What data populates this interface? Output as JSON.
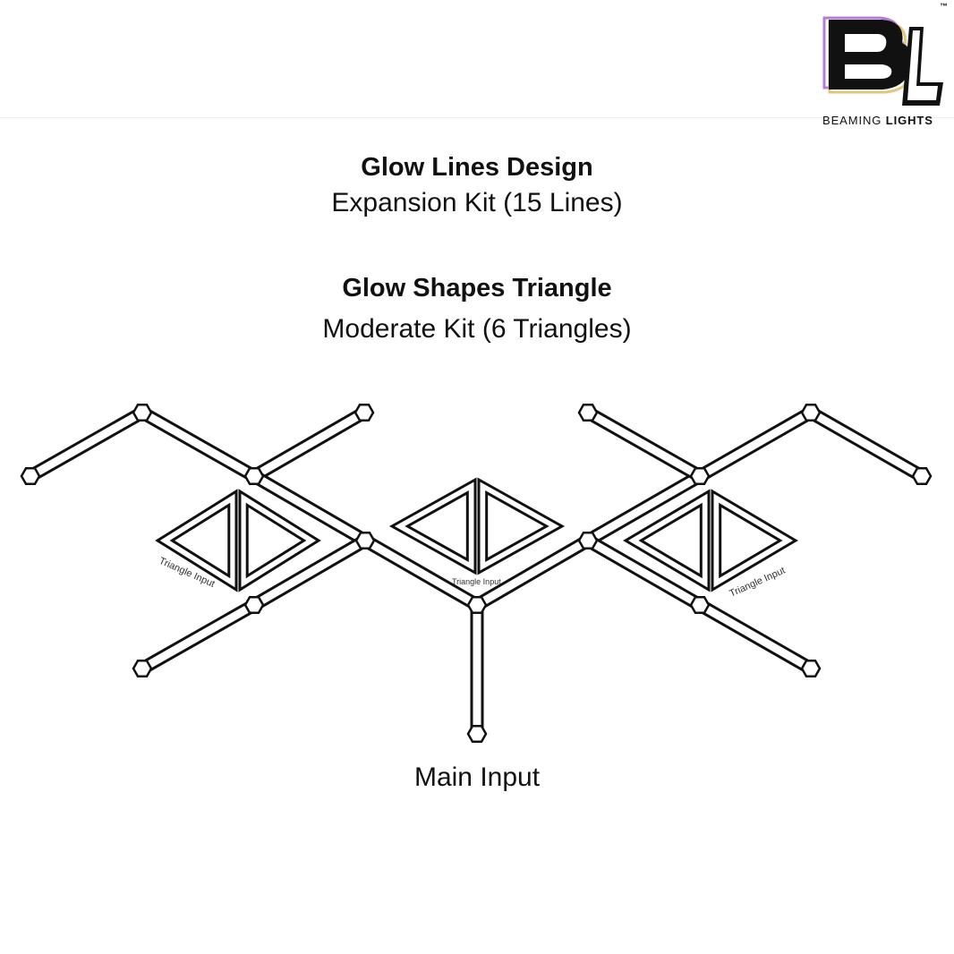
{
  "brand": {
    "logo_letters": "BL",
    "name_light": "BEAMING",
    "name_bold": "LIGHTS",
    "trademark": "™",
    "colors": {
      "ink": "#111111",
      "glow_purple": "#b57bd6",
      "glow_gold": "#e3c67a"
    }
  },
  "headings": {
    "lines_title": "Glow Lines Design",
    "lines_subtitle": "Expansion Kit (15 Lines)",
    "shapes_title": "Glow Shapes Triangle",
    "shapes_subtitle": "Moderate Kit (6 Triangles)"
  },
  "diagram": {
    "line_count": 15,
    "triangle_count": 6,
    "triangle_groups": 3,
    "labels": {
      "triangle_input_left": "Triangle Input",
      "triangle_input_center": "Triangle Input",
      "triangle_input_right": "Triangle Input",
      "main_input": "Main Input"
    }
  }
}
